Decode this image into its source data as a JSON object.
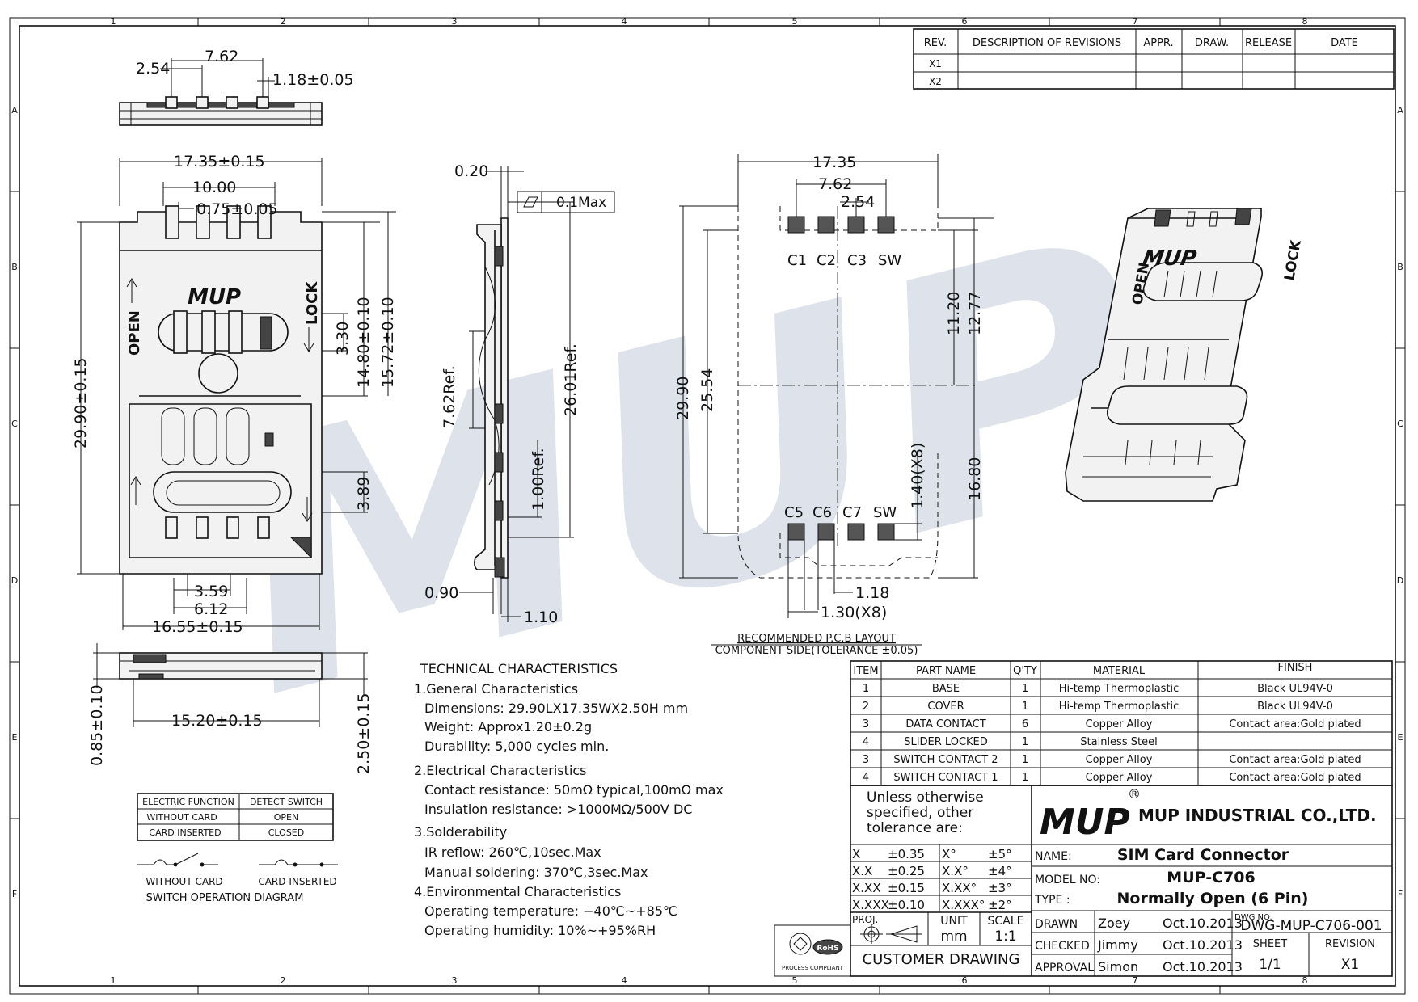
{
  "border": {
    "columns": [
      "1",
      "2",
      "3",
      "4",
      "5",
      "6",
      "7",
      "8"
    ],
    "rows": [
      "A",
      "B",
      "C",
      "D",
      "E",
      "F"
    ]
  },
  "watermark": "MUP",
  "revision_table": {
    "headers": [
      "REV.",
      "DESCRIPTION OF REVISIONS",
      "APPR.",
      "DRAW.",
      "RELEASE",
      "DATE"
    ],
    "rows": [
      [
        "X1",
        "",
        "",
        "",
        "",
        ""
      ],
      [
        "X2",
        "",
        "",
        "",
        "",
        ""
      ]
    ]
  },
  "top_view": {
    "dims": [
      "2.54",
      "7.62",
      "1.18±0.05"
    ]
  },
  "front_view": {
    "dims": [
      "17.35±0.15",
      "10.00",
      "0.75±0.05",
      "29.90±0.15",
      "3.30",
      "14.80±0.10",
      "15.72±0.10",
      "3.89",
      "3.59",
      "6.12",
      "16.55±0.15"
    ],
    "logo": "MUP",
    "labels": [
      "OPEN",
      "LOCK"
    ]
  },
  "side_view": {
    "dims": [
      "0.20",
      "0.1Max",
      "7.62Ref.",
      "26.01Ref.",
      "1.00Ref.",
      "0.90",
      "1.10"
    ]
  },
  "bottom_view": {
    "dims": [
      "0.85±0.10",
      "15.20±0.15",
      "2.50±0.15"
    ]
  },
  "pcb_layout": {
    "dims": [
      "17.35",
      "7.62",
      "2.54",
      "29.90",
      "25.54",
      "11.20",
      "12.77",
      "1.40(X8)",
      "16.80",
      "1.18",
      "1.30(X8)"
    ],
    "top_pads": [
      "C1",
      "C2",
      "C3",
      "SW"
    ],
    "bottom_pads": [
      "C5",
      "C6",
      "C7",
      "SW"
    ],
    "title1": "RECOMMENDED P.C.B LAYOUT",
    "title2": "COMPONENT SIDE(TOLERANCE ±0.05)"
  },
  "iso_view": {
    "logo": "MUP",
    "labels": [
      "OPEN",
      "LOCK"
    ]
  },
  "switch_table": {
    "headers": [
      "ELECTRIC FUNCTION",
      "DETECT SWITCH"
    ],
    "rows": [
      [
        "WITHOUT CARD",
        "OPEN"
      ],
      [
        "CARD INSERTED",
        "CLOSED"
      ]
    ],
    "labels": [
      "WITHOUT CARD",
      "CARD INSERTED"
    ],
    "caption": "SWITCH OPERATION DIAGRAM"
  },
  "tech": {
    "title": "TECHNICAL CHARACTERISTICS",
    "lines": [
      "1.General Characteristics",
      "Dimensions: 29.90LX17.35WX2.50H  mm",
      "Weight: Approx1.20±0.2g",
      "Durability: 5,000  cycles min.",
      "2.Electrical Characteristics",
      "Contact resistance: 50mΩ typical,100mΩ max",
      "Insulation resistance: >1000MΩ/500V DC",
      "3.Solderability",
      "IR  reflow: 260℃,10sec.Max",
      "Manual  soldering: 370℃,3sec.Max",
      "4.Environmental Characteristics",
      "Operating temperature: −40℃~+85℃",
      "Operating humidity: 10%~+95%RH"
    ]
  },
  "bom": {
    "headers": [
      "ITEM",
      "PART NAME",
      "Q'TY",
      "MATERIAL",
      "FINISH"
    ],
    "rows": [
      [
        "1",
        "BASE",
        "1",
        "Hi-temp Thermoplastic",
        "Black UL94V-0"
      ],
      [
        "2",
        "COVER",
        "1",
        "Hi-temp Thermoplastic",
        "Black UL94V-0"
      ],
      [
        "3",
        "DATA CONTACT",
        "6",
        "Copper Alloy",
        "Contact area:Gold plated"
      ],
      [
        "4",
        "SLIDER LOCKED",
        "1",
        "Stainless Steel",
        ""
      ],
      [
        "3",
        "SWITCH CONTACT 2",
        "1",
        "Copper Alloy",
        "Contact area:Gold plated"
      ],
      [
        "4",
        "SWITCH CONTACT 1",
        "1",
        "Copper Alloy",
        "Contact area:Gold plated"
      ]
    ]
  },
  "title_block": {
    "tolerance_note": [
      "Unless otherwise",
      "specified, other",
      "tolerance are:"
    ],
    "tolerances": [
      [
        "X",
        "±0.35",
        "X°",
        "±5°"
      ],
      [
        "X.X",
        "±0.25",
        "X.X°",
        "±4°"
      ],
      [
        "X.XX",
        "±0.15",
        "X.XX°",
        "±3°"
      ],
      [
        "X.XXX",
        "±0.10",
        "X.XXX°",
        "±2°"
      ]
    ],
    "proj_label": "PROJ.",
    "unit_label": "UNIT",
    "unit_value": "mm",
    "scale_label": "SCALE",
    "scale_value": "1:1",
    "rohs_label": "RoHS",
    "rohs_caption": "PROCESS COMPLIANT",
    "customer_drawing": "CUSTOMER  DRAWING",
    "company_logo": "MUP",
    "company_name": "MUP INDUSTRIAL CO.,LTD.",
    "registered_mark": "®",
    "name_label": "NAME:",
    "name_value": "SIM Card Connector",
    "model_label": "MODEL NO:",
    "model_value": "MUP-C706",
    "type_label": "TYPE :",
    "type_value": "Normally Open (6 Pin)",
    "signoff": [
      [
        "DRAWN",
        "Zoey",
        "Oct.10.2013"
      ],
      [
        "CHECKED",
        "Jimmy",
        "Oct.10.2013"
      ],
      [
        "APPROVAL",
        "Simon",
        "Oct.10.2013"
      ]
    ],
    "dwg_label": "DWG NO.",
    "dwg_value": "DWG-MUP-C706-001",
    "sheet_label": "SHEET",
    "sheet_value": "1/1",
    "revision_label": "REVISION",
    "revision_value": "X1"
  }
}
